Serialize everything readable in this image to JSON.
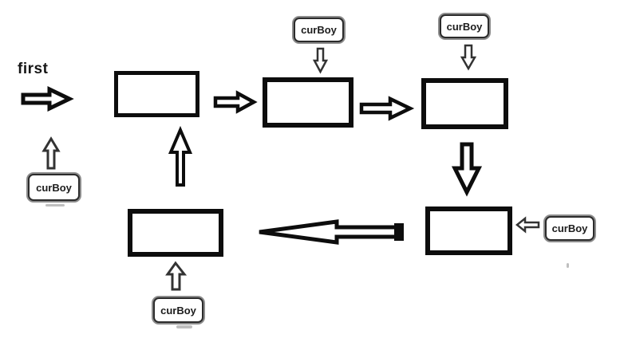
{
  "page": {
    "background": "#ffffff",
    "ink_color": "#0d0d0d"
  },
  "labels": {
    "first": "first",
    "curboy_left": "curBoy",
    "curboy_top_middle": "curBoy",
    "curboy_top_right": "curBoy",
    "curboy_right": "curBoy",
    "curboy_bottom": "curBoy"
  },
  "diagram": {
    "type": "linked-list-traversal-sketch",
    "nodes": [
      {
        "id": "node-1",
        "text": ""
      },
      {
        "id": "node-2",
        "text": ""
      },
      {
        "id": "node-3",
        "text": ""
      },
      {
        "id": "node-4",
        "text": ""
      },
      {
        "id": "node-5",
        "text": ""
      }
    ],
    "arrows": [
      {
        "name": "first-pointer-arrow",
        "direction": "right"
      },
      {
        "name": "curboy-left-up-arrow",
        "direction": "up"
      },
      {
        "name": "up-arrow-to-node1",
        "direction": "up"
      },
      {
        "name": "node1-to-node2-arrow",
        "direction": "right"
      },
      {
        "name": "curboy-top-middle-down-arrow",
        "direction": "down"
      },
      {
        "name": "node2-to-node3-arrow",
        "direction": "right"
      },
      {
        "name": "curboy-top-right-down-arrow",
        "direction": "down"
      },
      {
        "name": "node3-to-node4-arrow",
        "direction": "down"
      },
      {
        "name": "curboy-right-left-arrow",
        "direction": "left"
      },
      {
        "name": "node4-to-node5-arrow",
        "direction": "left"
      },
      {
        "name": "curboy-bottom-up-arrow",
        "direction": "up"
      }
    ]
  }
}
